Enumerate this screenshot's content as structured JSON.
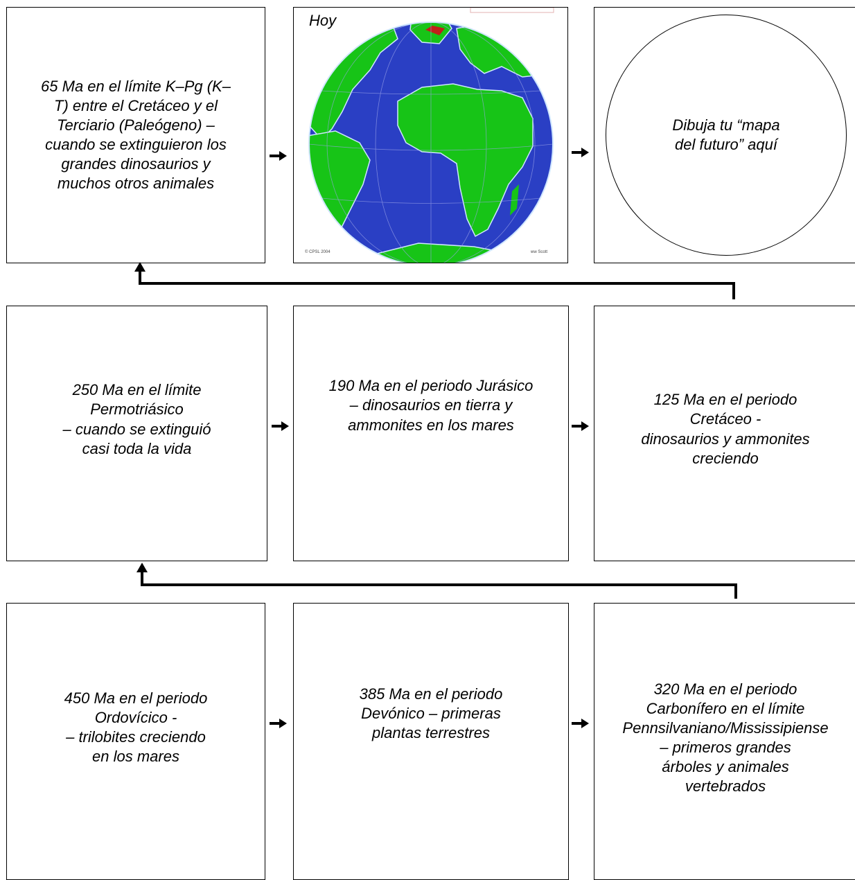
{
  "boxes": {
    "k_pg": "65 Ma en el límite K–Pg (K–\nT) entre el Cretáceo y el\nTerciario (Paleógeno) –\ncuando se extinguieron los\ngrandes dinosaurios y\nmuchos otros animales",
    "today_label": "Hoy",
    "future": "Dibuja tu “mapa\ndel futuro” aquí",
    "permo": "250 Ma en el límite\nPermotriásico\n– cuando se extinguió\ncasi toda la vida",
    "jurassic": "190 Ma en el periodo Jurásico\n– dinosaurios en tierra y\nammonites en los mares",
    "cretaceous": "125 Ma en el periodo\nCretáceo -\ndinosaurios y ammonites\ncreciendo",
    "ordovician": "450 Ma  en el periodo\nOrdovícico -\n– trilobites creciendo\nen los mares",
    "devonian": "385 Ma en el periodo\nDevónico – primeras\nplantas terrestres",
    "carboniferous": "320 Ma en el periodo\nCarbonífero en el límite\nPennsilvaniano/Mississipiense\n– primeros grandes\nárboles y animales\nvertebrados"
  },
  "globe": {
    "credit_left": "© CPSL 2004",
    "credit_right": "ww Scott",
    "ocean_color": "#2a3fc4",
    "land_color": "#17c417",
    "ice_color": "#cfe6ff",
    "highlight_color": "#c0201a"
  }
}
